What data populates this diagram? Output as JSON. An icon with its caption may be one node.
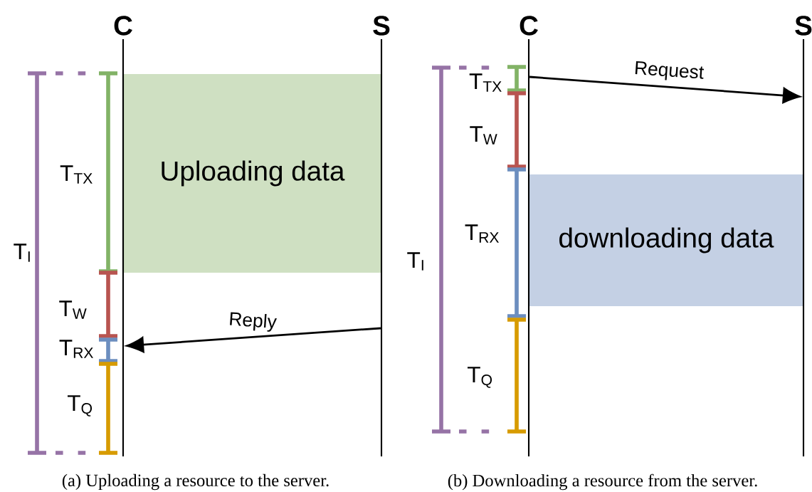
{
  "diagram": {
    "nodes": [
      {
        "text": [
          "C"
        ]
      },
      {
        "text": [
          "S"
        ]
      },
      {
        "text": [
          "Uploading data"
        ]
      },
      {
        "text": [
          "C"
        ]
      },
      {
        "text": [
          "S"
        ]
      },
      {
        "text": [
          "downloading data"
        ]
      }
    ],
    "edges": [
      {
        "from": 1,
        "to": 0,
        "arrow": "to",
        "label": "Reply"
      },
      {
        "from": 3,
        "to": 4,
        "arrow": "to",
        "label": "Request"
      }
    ],
    "labels": [
      "T$_{TX}$",
      "T$_{I}$",
      "T$_{W}$",
      "T$_{RX}$",
      "T$_{Q}$",
      "T$_{TX}$",
      "T$_{W}$",
      "T$_{RX}$",
      "T$_{I}$",
      "T$_{Q}$",
      "(a) Uploading a resource to the server.",
      "(b) Downloading a resource from the server."
    ]
  }
}
